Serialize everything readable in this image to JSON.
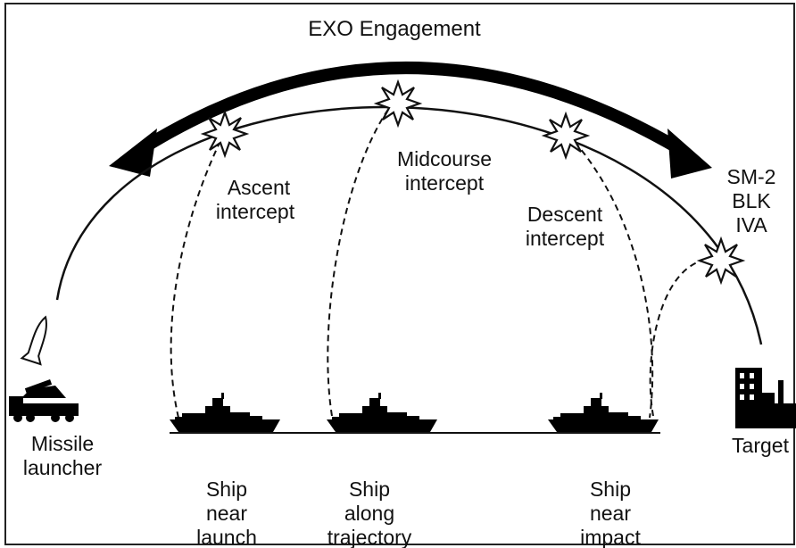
{
  "title": "EXO Engagement",
  "intercepts": {
    "ascent": [
      "Ascent",
      "intercept"
    ],
    "midcourse": [
      "Midcourse",
      "intercept"
    ],
    "descent": [
      "Descent",
      "intercept"
    ],
    "terminal": [
      "SM-2",
      "BLK",
      "IVA"
    ]
  },
  "launcher": [
    "Missile",
    "launcher"
  ],
  "target": "Target",
  "ships": {
    "launch": [
      "Ship",
      "near",
      "launch"
    ],
    "trajectory": [
      "Ship",
      "along",
      "trajectory"
    ],
    "impact": [
      "Ship",
      "near",
      "impact"
    ]
  }
}
